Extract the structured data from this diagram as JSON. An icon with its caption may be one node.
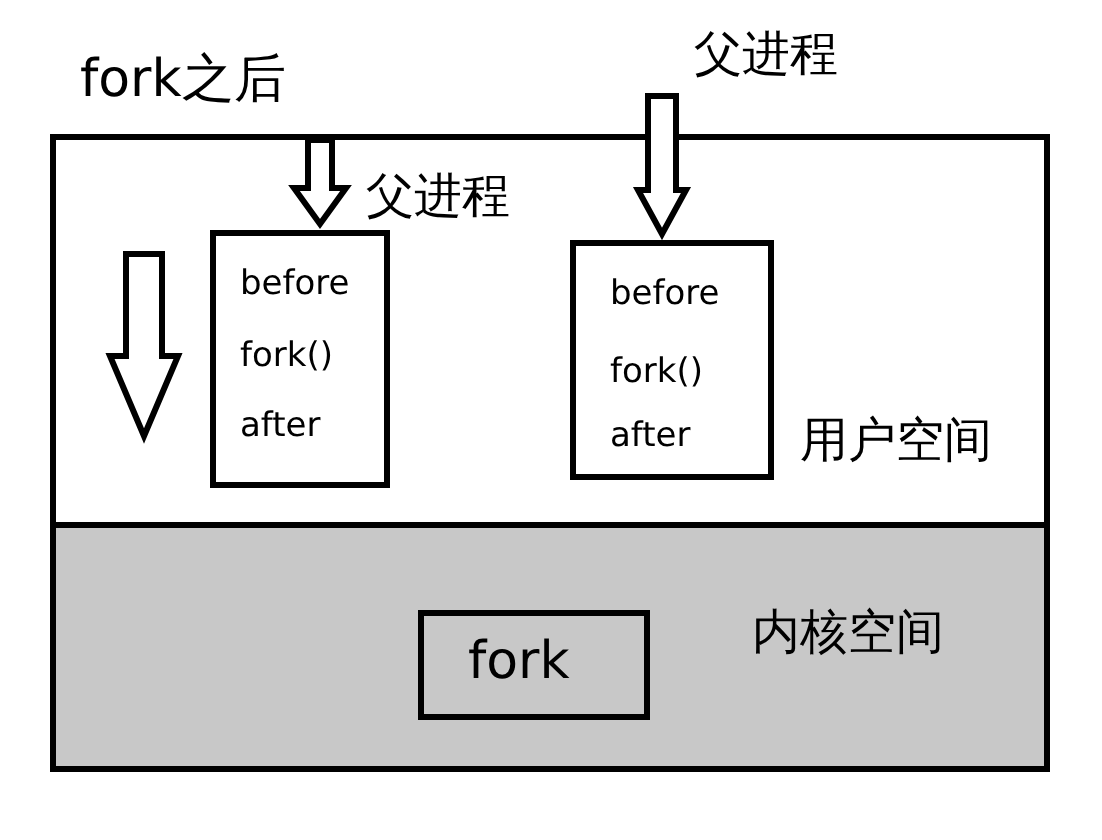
{
  "diagram": {
    "title": "fork之后",
    "nodes": [
      {
        "text": [
          "用户空间"
        ]
      },
      {
        "text": [
          "before",
          "fork()",
          "after"
        ],
        "in": 0
      },
      {
        "text": [
          "before",
          "fork()",
          "after"
        ],
        "in": 0
      },
      {
        "text": [
          "父进程"
        ],
        "in": 0
      },
      {
        "text": [
          "父进程"
        ]
      },
      {
        "text": [
          "内核空间"
        ]
      },
      {
        "text": [
          "fork"
        ],
        "in": 5
      }
    ],
    "edges": [
      {
        "from": 3,
        "to": 1,
        "arrow": "to"
      },
      {
        "from": 4,
        "to": 2,
        "arrow": "to"
      }
    ]
  }
}
